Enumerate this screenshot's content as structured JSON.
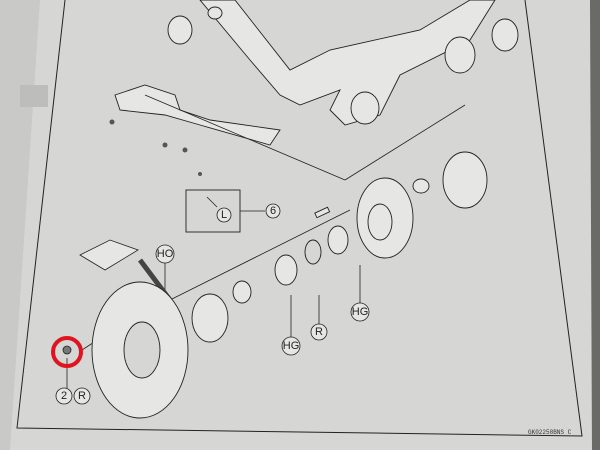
{
  "diagram": {
    "callouts": {
      "inset_torque": "6",
      "inset_locking": "L",
      "chain_grease": "HO",
      "hub_grease": "HG",
      "circlip_replace": "R",
      "seal_grease": "HG",
      "nut_torque": "2",
      "nut_replace": "R"
    },
    "figure_code": "GK02258BNS C",
    "highlight_color": "#e0141e"
  }
}
